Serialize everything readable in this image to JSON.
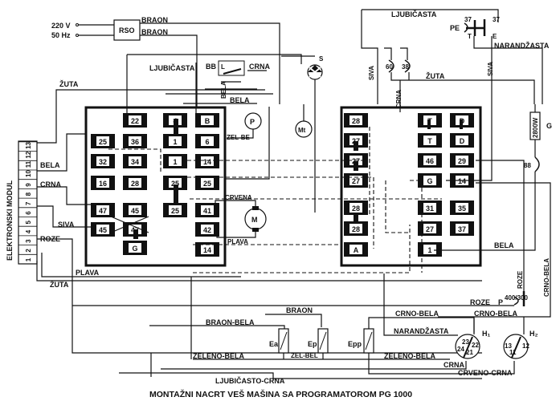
{
  "title": "MONTAŽNI NACRT VEŠ MAŠINA SA PROGRAMATOROM PG 1000",
  "power": {
    "voltage": "220 V",
    "frequency": "50 Hz",
    "filter_label": "RSO"
  },
  "wire_labels": {
    "braon_top1": "BRAON",
    "braon_top2": "BRAON",
    "ljubicasta_left": "LJUBIČASTA",
    "ljubicasta_top": "LJUBIČASTA",
    "crna_bb": "CRNA",
    "zuta_left": "ŽUTA",
    "bela_bb": "BELA",
    "bela_vert": "BELA",
    "zel_be": "ZEL-BE",
    "crvena": "CRVENA",
    "plava_motor": "PLAVA",
    "bela_em": "BELA",
    "crna_em": "CRNA",
    "siva_em": "SIVA",
    "roze_em": "ROZE",
    "plava_bottom": "PLAVA",
    "zuta_bottom": "ŽUTA",
    "siva_top": "SIVA",
    "crna_top": "CRNA",
    "zuta_top": "ŽUTA",
    "siva_right": "SIVA",
    "narandzasta_top": "NARANDŽASTA",
    "bela_right": "BELA",
    "roze_right": "ROZE",
    "crno_bela_right": "CRNO-BELA",
    "roze_p": "ROZE",
    "braon_mid": "BRAON",
    "braon_bela": "BRAON-BELA",
    "crno_bela_1": "CRNO-BELA",
    "crno_bela_2": "CRNO-BELA",
    "narandzasta_h1": "NARANDŽASTA",
    "zel_bel": "ZEL-BEL",
    "zeleno_bela_1": "ZELENO-BELA",
    "zeleno_bela_2": "ZELENO-BELA",
    "crna_h1": "CRNA",
    "crveno_crna": "CRVENO-CRNA",
    "ljubicasto_crna": "LJUBIČASTO-CRNA"
  },
  "electronic_module": {
    "label": "ELEKTRONSKI MODUL",
    "pins": [
      "1",
      "2",
      "3",
      "4",
      "5",
      "6",
      "7",
      "8",
      "9",
      "10",
      "11",
      "12",
      "13"
    ]
  },
  "left_panel_terminals": [
    {
      "id": "22"
    },
    {
      "id": "4"
    },
    {
      "id": "B"
    },
    {
      "id": "25"
    },
    {
      "id": "36"
    },
    {
      "id": "1"
    },
    {
      "id": "6"
    },
    {
      "id": "32"
    },
    {
      "id": "34"
    },
    {
      "id": "1"
    },
    {
      "id": "14"
    },
    {
      "id": "16"
    },
    {
      "id": "28"
    },
    {
      "id": "25"
    },
    {
      "id": "25"
    },
    {
      "id": "47"
    },
    {
      "id": "45"
    },
    {
      "id": "25"
    },
    {
      "id": "41"
    },
    {
      "id": "45"
    },
    {
      "id": "47"
    },
    {
      "id": "42"
    },
    {
      "id": "G"
    },
    {
      "id": "14"
    }
  ],
  "right_panel_terminals": [
    {
      "id": "28"
    },
    {
      "id": "T"
    },
    {
      "id": "D"
    },
    {
      "id": "27"
    },
    {
      "id": "T"
    },
    {
      "id": "D"
    },
    {
      "id": "27"
    },
    {
      "id": "46"
    },
    {
      "id": "29"
    },
    {
      "id": "27"
    },
    {
      "id": "G"
    },
    {
      "id": "14"
    },
    {
      "id": "28"
    },
    {
      "id": "31"
    },
    {
      "id": "35"
    },
    {
      "id": "28"
    },
    {
      "id": "27"
    },
    {
      "id": "37"
    },
    {
      "id": "A"
    },
    {
      "id": "1"
    }
  ],
  "components": {
    "bb_switch": "BB",
    "bb_contact_l": "L",
    "pump": "P",
    "motor_timer": "Mt",
    "motor": "M",
    "lamp_pin": "S",
    "thermostat_60": "60",
    "thermostat_38": "38",
    "pe_switch": "PE",
    "pe_37_left": "37",
    "pe_37_right": "37",
    "pe_t": "T",
    "pe_e": "E",
    "heater_rating": "2800W",
    "heater_label": "G",
    "thermostat_88": "88",
    "pressure_p": "P",
    "pressure_values": "400/300",
    "heater_ea": "Ea",
    "heater_ep": "Ep",
    "heater_epp": "Epp",
    "h1_label": "H₁",
    "h1_pins": [
      "23",
      "22",
      "24",
      "21"
    ],
    "h2_label": "H₂",
    "h2_pins": [
      "13",
      "12",
      "11"
    ]
  }
}
